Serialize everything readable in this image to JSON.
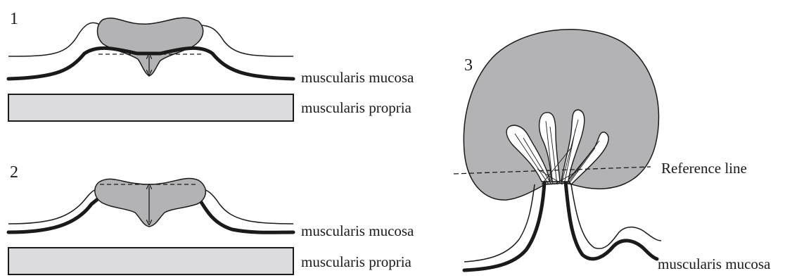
{
  "panels": [
    {
      "number": "1",
      "labels": {
        "mucosa": "muscularis mucosa",
        "propria": "muscularis propria"
      }
    },
    {
      "number": "2",
      "labels": {
        "mucosa": "muscularis mucosa",
        "propria": "muscularis propria"
      }
    },
    {
      "number": "3",
      "labels": {
        "reference": "Reference line",
        "mucosa": "muscularis mucosa"
      }
    }
  ],
  "colors": {
    "lesion": "#b3b3b5",
    "propria_band": "#dcdcde",
    "line": "#1a1a1a"
  }
}
